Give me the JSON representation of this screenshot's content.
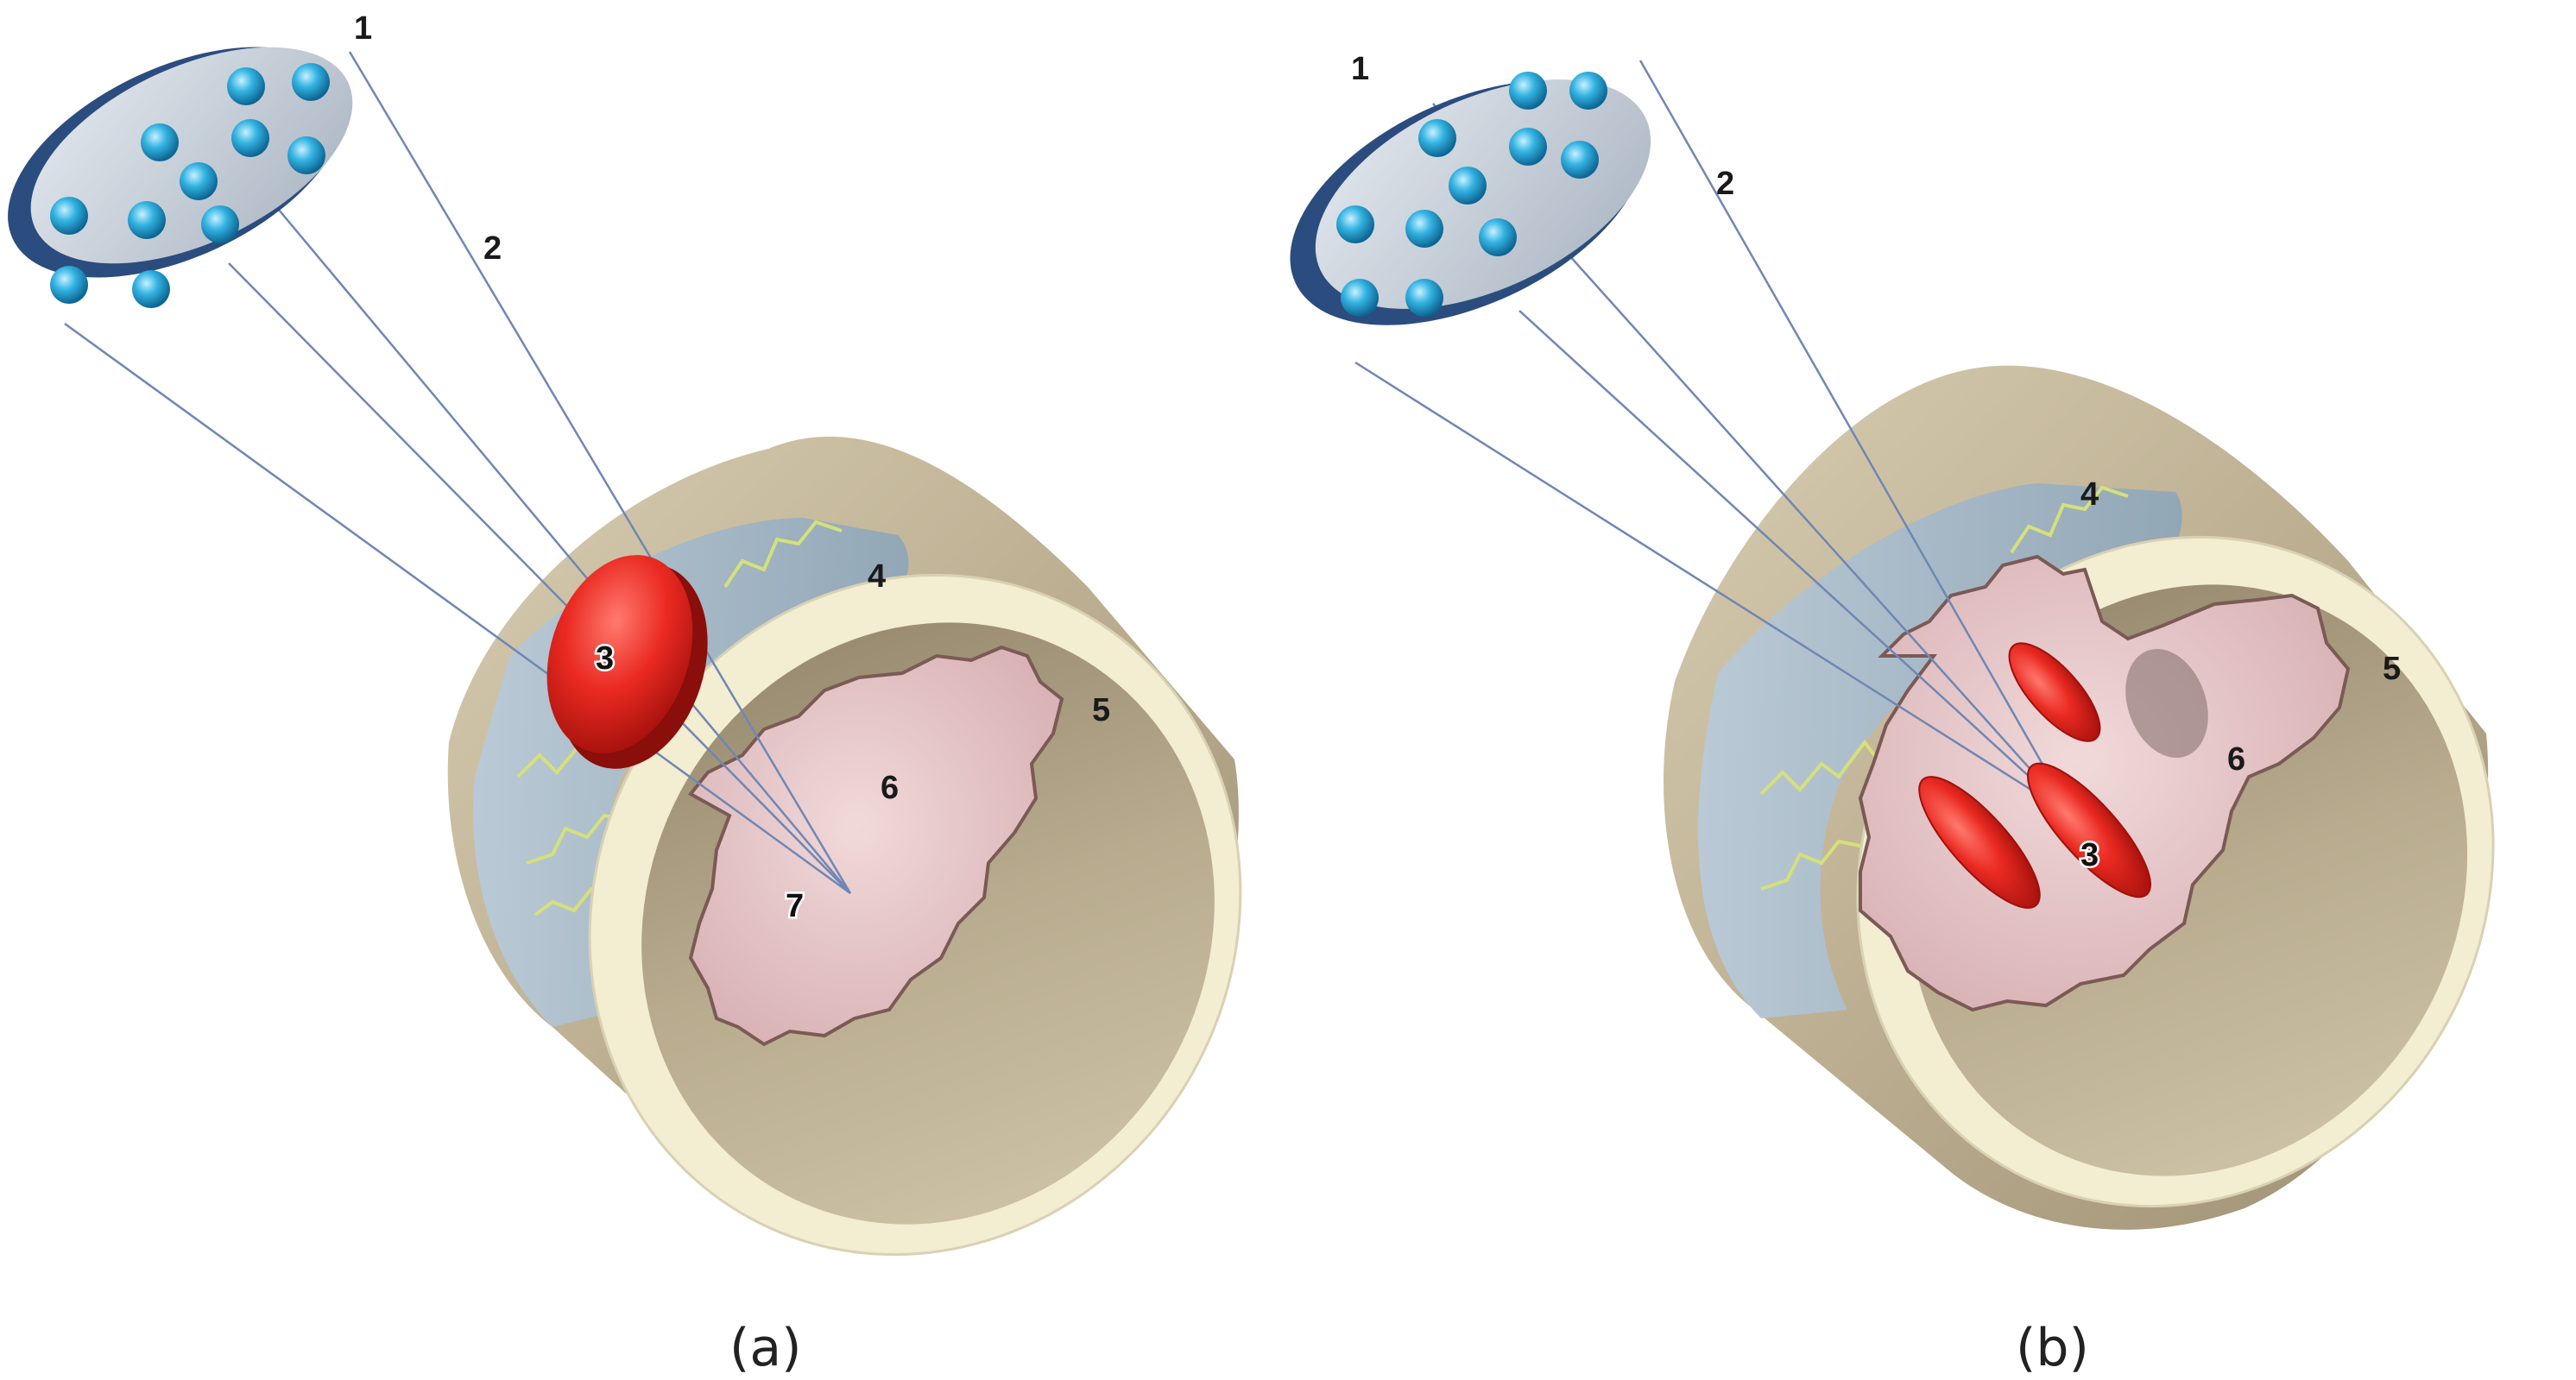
{
  "panels": [
    {
      "caption": "(a)",
      "labels": {
        "transducer": "1",
        "beams": "2",
        "target": "3",
        "wall": "4",
        "rim": "5",
        "tissue": "6",
        "focus": "7"
      }
    },
    {
      "caption": "(b)",
      "labels": {
        "transducer": "1",
        "beams": "2",
        "target": "3",
        "wall": "4",
        "rim": "5",
        "tissue": "6"
      }
    }
  ],
  "colors": {
    "outer_shell": "#bfb296",
    "inner_lumen": "#a99a7c",
    "rim": "#f3edd1",
    "wall_band": "#a9bdcc",
    "tissue": "#e6c7c9",
    "clot": "#e8251e",
    "transducer_face": "#c6ced8",
    "transducer_edge": "#2b4c7e",
    "element": "#2aa8d9",
    "beam_line": "#6f87b4",
    "fiber": "#d6e07a"
  }
}
